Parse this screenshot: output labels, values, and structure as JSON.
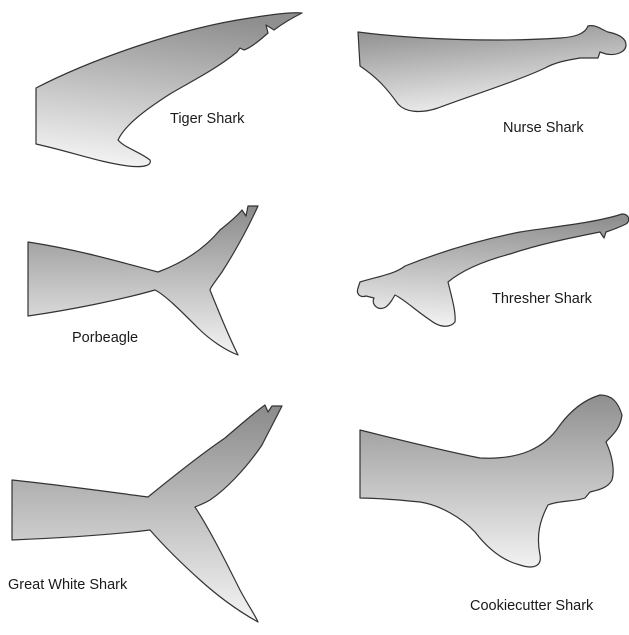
{
  "labels": {
    "tiger": "Tiger Shark",
    "nurse": "Nurse Shark",
    "porbeagle": "Porbeagle",
    "thresher": "Thresher Shark",
    "great_white": "Great White Shark",
    "cookiecutter": "Cookiecutter Shark"
  },
  "colors": {
    "fill_dark": "#8f8f8f",
    "fill_light": "#f4f4f4",
    "outline": "#333333",
    "background": "#ffffff"
  }
}
